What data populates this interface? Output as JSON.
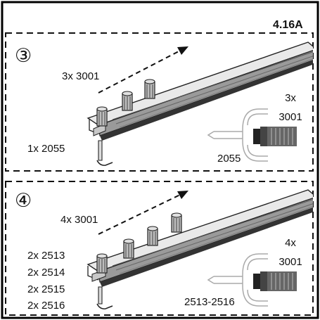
{
  "page_code": "4.16A",
  "steps": [
    {
      "number": "③",
      "rail_callout": "3x 3001",
      "rail_part": "1x 2055",
      "detail_qty": "3x",
      "detail_code": "3001",
      "detail_part": "2055"
    },
    {
      "number": "④",
      "rail_callout": "4x 3001",
      "rail_parts": [
        "2x 2513",
        "2x 2514",
        "2x 2515",
        "2x 2516"
      ],
      "detail_qty": "4x",
      "detail_code": "3001",
      "detail_part": "2513-2516"
    }
  ]
}
